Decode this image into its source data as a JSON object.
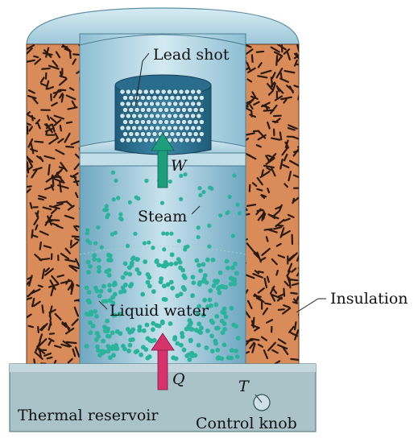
{
  "labels": {
    "lead_shot": "Lead shot",
    "work": "W",
    "steam": "Steam",
    "liquid_water": "Liquid water",
    "heat": "Q",
    "temperature": "T",
    "insulation": "Insulation",
    "thermal_reservoir": "Thermal reservoir",
    "control_knob": "Control knob"
  },
  "colors": {
    "background": "#ffffff",
    "insulation_fill": "#d98b5a",
    "insulation_fiber": "#2b1a12",
    "reservoir": "#a9c3c9",
    "cylinder_blue": "#7fb4cc",
    "cylinder_light": "#bfdbe7",
    "water_dot": "#2bb39b",
    "work_arrow": "#1f9e7d",
    "heat_arrow": "#d6336c",
    "lead_shot_bead": "#cfe7ef",
    "bucket": "#2e6f8e"
  },
  "icons": {
    "knob": "control-knob-icon",
    "work_arrow": "up-arrow-icon",
    "heat_arrow": "up-arrow-icon"
  }
}
